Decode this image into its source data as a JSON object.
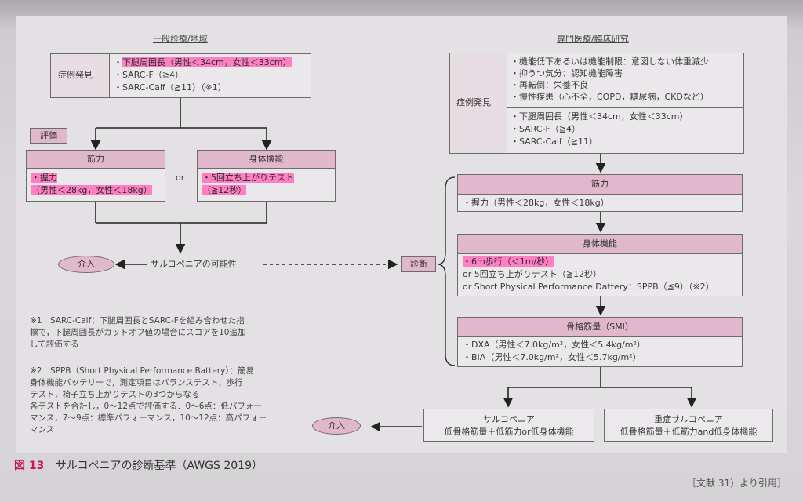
{
  "left": {
    "header": "一般診療/地域",
    "case_finding": {
      "label": "症例発見",
      "items": [
        "下腿周囲長（男性＜34cm，女性＜33cm）",
        "SARC-F（≧4）",
        "SARC-Calf（≧11）（※1）"
      ]
    },
    "assessment_tag": "評価",
    "muscle_strength": {
      "title": "筋力",
      "line1": "・握力",
      "line2": "（男性＜28kg，女性＜18kg）"
    },
    "or_label": "or",
    "physical_function": {
      "title": "身体機能",
      "line1": "・5回立ち上がりテスト",
      "line2": "（≧12秒）"
    },
    "intervention": "介入",
    "possible": "サルコペニアの可能性"
  },
  "right": {
    "header": "専門医療/臨床研究",
    "case_finding": {
      "label": "症例発見",
      "group1": [
        "・機能低下あるいは機能制限：意図しない体重減少",
        "・抑うつ気分：認知機能障害",
        "・再転倒：栄養不良",
        "・慢性疾患（心不全，COPD，糖尿病，CKDなど）"
      ],
      "group2": [
        "・下腿周囲長（男性＜34cm，女性＜33cm）",
        "・SARC-F（≧4）",
        "・SARC-Calf（≧11）"
      ]
    },
    "diagnosis_tag": "診断",
    "muscle_strength": {
      "title": "筋力",
      "line1": "・握力（男性＜28kg，女性＜18kg）"
    },
    "physical_function": {
      "title": "身体機能",
      "line1": "・6m歩行（＜1m/秒）",
      "line2": "or 5回立ち上がりテスト（≧12秒）",
      "line3": "or Short Physical Performance Dattery：SPPB（≦9）（※2）"
    },
    "smi": {
      "title": "骨格筋量（SMI）",
      "line1": "・DXA（男性＜7.0kg/m²，女性＜5.4kg/m²）",
      "line2": "・BIA（男性＜7.0kg/m²，女性＜5.7kg/m²）"
    },
    "sarcopenia": {
      "title": "サルコペニア",
      "desc": "低骨格筋量＋低筋力or低身体機能"
    },
    "severe": {
      "title": "重症サルコペニア",
      "desc": "低骨格筋量＋低筋力and低身体機能"
    },
    "intervention": "介入"
  },
  "notes": {
    "n1": [
      "※1　SARC-Calf：下腿周囲長とSARC-Fを組み合わせた指",
      "標で，下腿周囲長がカットオフ値の場合にスコアを10追加",
      "して評価する"
    ],
    "n2": [
      "※2　SPPB（Short Physical Performance Battery）：簡易",
      "身体機能バッテリーで，測定項目はバランステスト，歩行",
      "テスト，椅子立ち上がりテストの3つからなる",
      "各テストを合計し，0〜12点で評価する．0〜6点：低パフォー",
      "マンス，7〜9点：標準パフォーマンス，10〜12点：高パフォー",
      "マンス"
    ]
  },
  "caption": {
    "fig": "図 13",
    "title": "サルコペニアの診断基準（AWGS 2019）"
  },
  "source": "［文献 31）より引用］",
  "colors": {
    "pink": "#e1b7cb",
    "highlight": "#ff7fc3",
    "caption": "#c2185b"
  }
}
